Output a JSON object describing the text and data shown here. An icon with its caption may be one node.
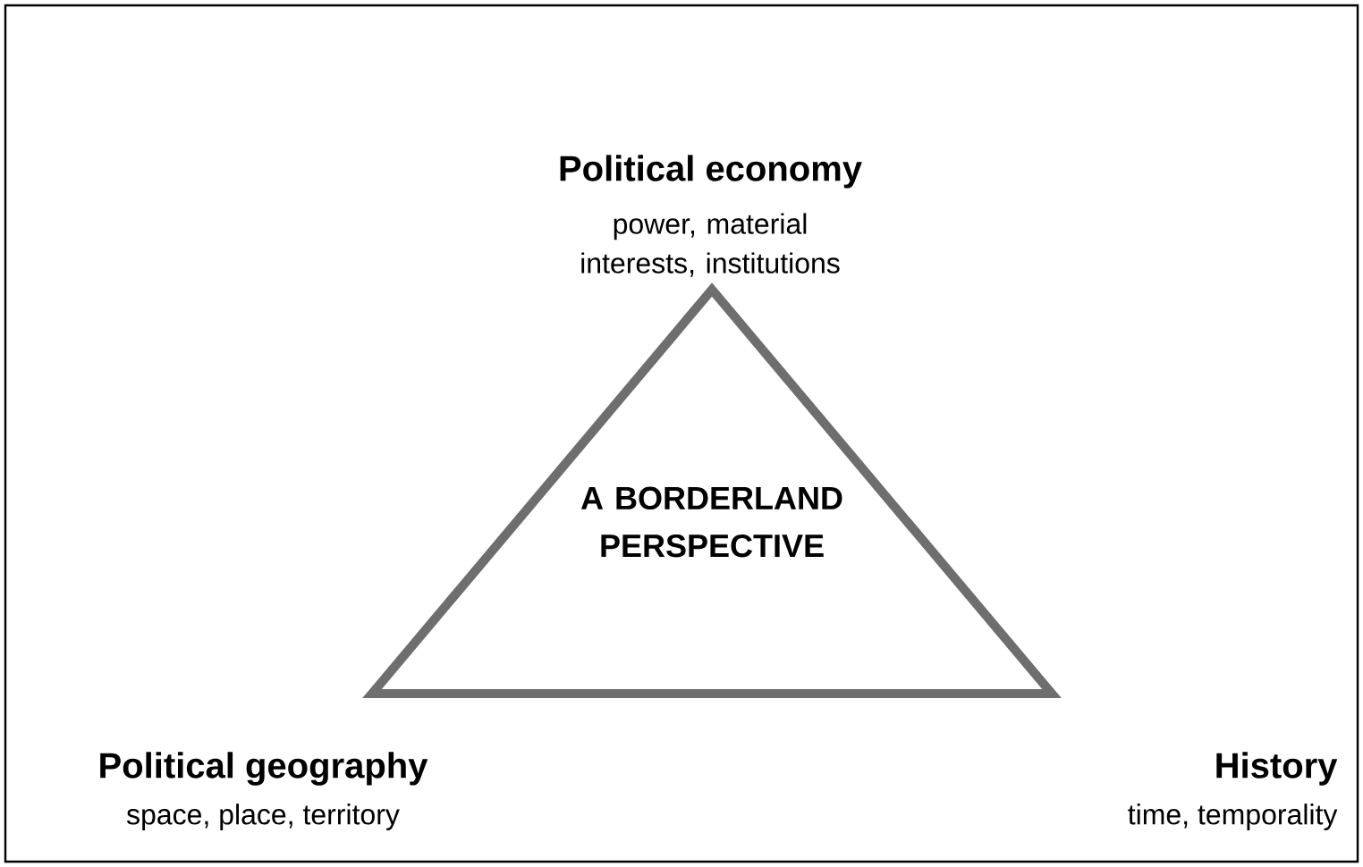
{
  "diagram": {
    "nodes": [
      {
        "text": [
          "A BORDERLAND PERSPECTIVE"
        ]
      }
    ],
    "labels": [
      "Political economy",
      "power, material interests, institutions",
      "Political geography",
      "space, place, territory",
      "History",
      "time, temporality"
    ]
  }
}
